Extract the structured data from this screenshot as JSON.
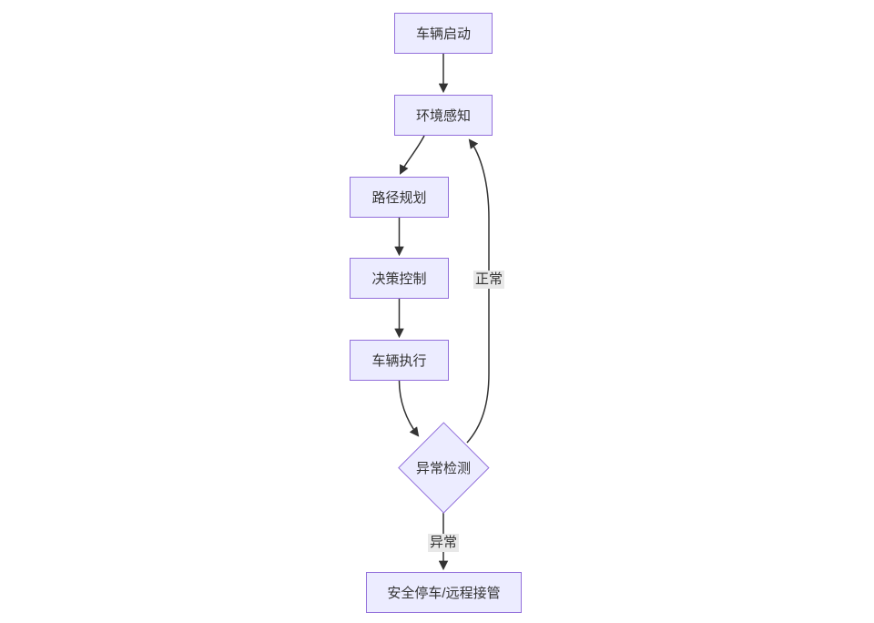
{
  "diagram": {
    "type": "flowchart",
    "direction": "top-down",
    "nodes": [
      {
        "id": "start",
        "label": "车辆启动",
        "shape": "rect"
      },
      {
        "id": "perception",
        "label": "环境感知",
        "shape": "rect"
      },
      {
        "id": "planning",
        "label": "路径规划",
        "shape": "rect"
      },
      {
        "id": "decision",
        "label": "决策控制",
        "shape": "rect"
      },
      {
        "id": "execution",
        "label": "车辆执行",
        "shape": "rect"
      },
      {
        "id": "anomaly",
        "label": "异常检测",
        "shape": "diamond"
      },
      {
        "id": "safestop",
        "label": "安全停车/远程接管",
        "shape": "rect"
      }
    ],
    "edges": [
      {
        "from": "start",
        "to": "perception",
        "label": ""
      },
      {
        "from": "perception",
        "to": "planning",
        "label": ""
      },
      {
        "from": "planning",
        "to": "decision",
        "label": ""
      },
      {
        "from": "decision",
        "to": "execution",
        "label": ""
      },
      {
        "from": "execution",
        "to": "anomaly",
        "label": ""
      },
      {
        "from": "anomaly",
        "to": "perception",
        "label": "正常"
      },
      {
        "from": "anomaly",
        "to": "safestop",
        "label": "异常"
      }
    ],
    "colors": {
      "node_fill": "#ECECFF",
      "node_border": "#9370DB",
      "edge": "#333333",
      "edge_label_bg": "#e8e8e8",
      "text": "#333333",
      "background": "#ffffff"
    }
  }
}
